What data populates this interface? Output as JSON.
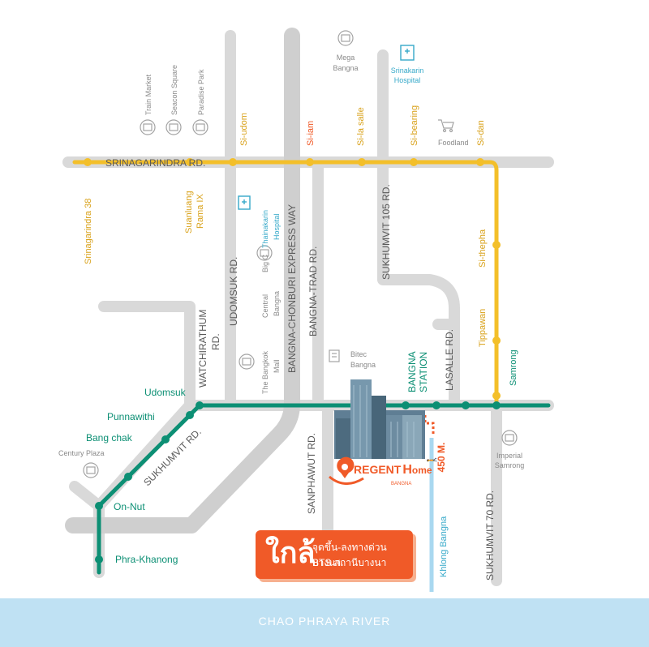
{
  "colors": {
    "road": "#d9d9d9",
    "yellow_line": "#f3bf2a",
    "green_line": "#0c8f74",
    "orange": "#f05a28",
    "river": "#bfe1f3",
    "canal": "#a9d8f0",
    "road_text": "#5a5a5a",
    "poi_text": "#8a8a8a",
    "yellow_text": "#d9a21b",
    "green_text": "#0c8f74"
  },
  "roads": {
    "srinagarindra": "SRINAGARINDRA RD.",
    "express_way": "BANGNA-CHONBURI EXPRESS WAY",
    "bangna_trad": "BANGNA-TRAD RD.",
    "sukhumvit105": "SUKHUMVIT 105 RD.",
    "udomsuk": "UDOMSUK RD.",
    "watchirathum_1": "WATCHIRATHUM",
    "watchirathum_2": "RD.",
    "sukhumvit": "SUKHUMVIT RD.",
    "sanphawut": "SANPHAWUT RD.",
    "lasalle": "LASALLE RD.",
    "sukhumvit70": "SUKHUMVIT 70 RD."
  },
  "yellow_stations": {
    "srinagarindra38": "Srinagarindra 38",
    "suanluang_1": "Suanluang",
    "suanluang_2": "Rama IX",
    "si_udom": "Si-udom",
    "si_iam": "Si-iam",
    "si_la_salle": "Si-la salle",
    "si_bearing": "Si-bearing",
    "si_dan": "Si-dan",
    "si_thepha": "Si-thepha",
    "tippawan": "Tippawan",
    "samrong": "Samrong"
  },
  "green_stations": {
    "udomsuk": "Udomsuk",
    "punnawithi": "Punnawithi",
    "bang_chak": "Bang chak",
    "on_nut": "On-Nut",
    "phra_khanong": "Phra-Khanong",
    "bangna_station_1": "BANGNA",
    "bangna_station_2": "STATION"
  },
  "pois": {
    "train_market": "Train Market",
    "seacon_square": "Seacon Square",
    "paradise_park": "Paradise Park",
    "mega_bangna_1": "Mega",
    "mega_bangna_2": "Bangna",
    "srinakarin_hospital_1": "Srinakarin",
    "srinakarin_hospital_2": "Hospital",
    "foodland": "Foodland",
    "thainakarin_1": "Thainakarin",
    "thainakarin_2": "Hospital",
    "big_c": "Big C",
    "central_bangna_1": "Central",
    "central_bangna_2": "Bangna",
    "bangkok_mall_1": "The Bangkok",
    "bangkok_mall_2": "Mall",
    "bitec_1": "Bitec",
    "bitec_2": "Bangna",
    "century_plaza": "Century Plaza",
    "imperial_samrong_1": "Imperial",
    "imperial_samrong_2": "Samrong"
  },
  "project": {
    "brand_a": "REGENT",
    "brand_b": "ome",
    "brand_sub": "BANGNA",
    "distance": "450 M."
  },
  "canal_label": "Khlong Bangna",
  "callout": {
    "big": "ใกล้",
    "line1": "จุดขึ้น-ลงทางด่วนบางนา",
    "line2": "BTS สถานีบางนา"
  },
  "river_label": "CHAO PHRAYA RIVER"
}
